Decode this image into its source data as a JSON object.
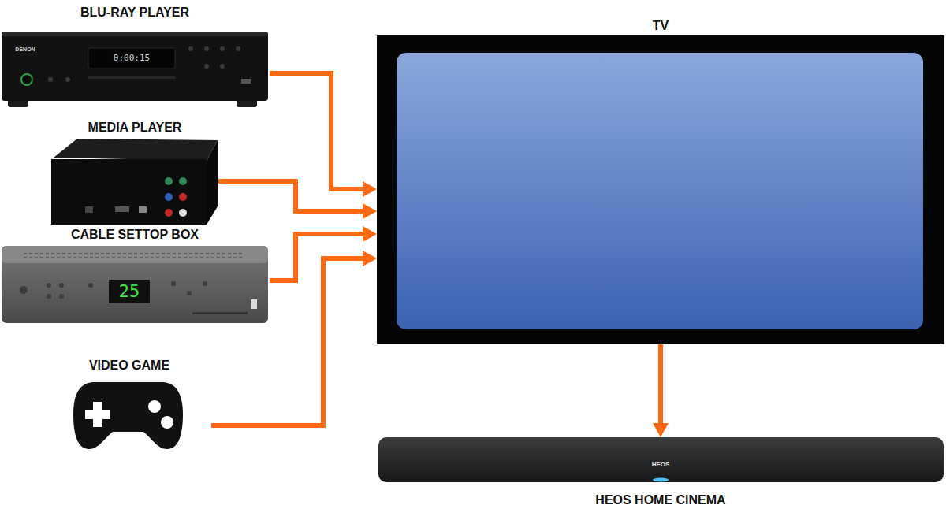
{
  "diagram": {
    "nodes": [
      {
        "text": [
          "BLU-RAY PLAYER"
        ]
      },
      {
        "text": [
          "MEDIA PLAYER"
        ]
      },
      {
        "text": [
          "CABLE SETTOP BOX"
        ]
      },
      {
        "text": [
          "VIDEO GAME"
        ]
      },
      {
        "text": [
          "TV"
        ]
      },
      {
        "text": [
          "HEOS HOME CINEMA"
        ]
      }
    ],
    "edges": [
      {
        "from": 0,
        "to": 4,
        "arrow": "to"
      },
      {
        "from": 1,
        "to": 4,
        "arrow": "to"
      },
      {
        "from": 2,
        "to": 4,
        "arrow": "to"
      },
      {
        "from": 3,
        "to": 4,
        "arrow": "to"
      },
      {
        "from": 4,
        "to": 5,
        "arrow": "to"
      }
    ],
    "labels": [
      "DENON",
      "0:00:15",
      "25",
      "HEOS"
    ]
  }
}
